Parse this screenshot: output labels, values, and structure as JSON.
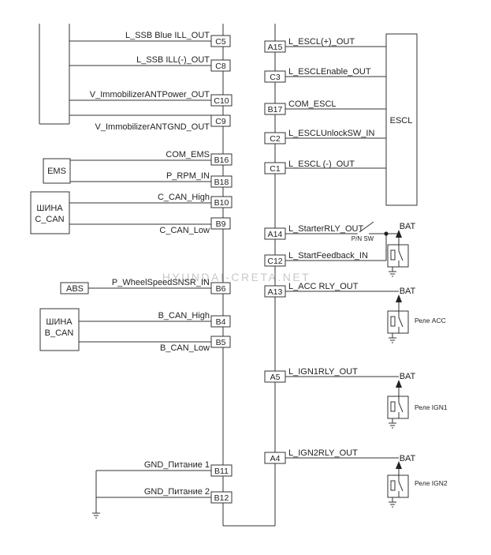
{
  "diagram": {
    "watermark": "HYUNDAI-CRETA.NET",
    "left_pins": {
      "C5": "L_SSB Blue ILL_OUT",
      "C8": "L_SSB ILL(-)_OUT",
      "C10": "V_ImmobilizerANTPower_OUT",
      "C9": "V_ImmobilizerANTGND_OUT",
      "B16": "COM_EMS",
      "B18": "P_RPM_IN",
      "B10": "C_CAN_High",
      "B9": "C_CAN_Low",
      "B6": "P_WheelSpeedSNSR_IN",
      "B4": "B_CAN_High",
      "B5": "B_CAN_Low",
      "B11": "GND_Питание 1",
      "B12": "GND_Питание 2"
    },
    "right_pins": {
      "A15": "L_ESCL(+)_OUT",
      "C3": "L_ESCLEnable_OUT",
      "B17": "COM_ESCL",
      "C2": "L_ESCLUnlockSW_IN",
      "C1": "L_ESCL (-)_OUT",
      "A14": "L_StarterRLY_OUT",
      "C12": "L_StartFeedback_IN",
      "A13": "L_ACC RLY_OUT",
      "A5": "L_IGN1RLY_OUT",
      "A4": "L_IGN2RLY_OUT"
    },
    "boxes": {
      "ems": "EMS",
      "ccan_1": "ШИНА",
      "ccan_2": "C_CAN",
      "abs": "ABS",
      "bcan_1": "ШИНА",
      "bcan_2": "B_CAN",
      "escl": "ESCL"
    },
    "switch_label": "P/N SW",
    "bat": "BAT",
    "relays": {
      "acc": "Реле ACC",
      "ign1": "Реле IGN1",
      "ign2": "Реле IGN2"
    }
  }
}
